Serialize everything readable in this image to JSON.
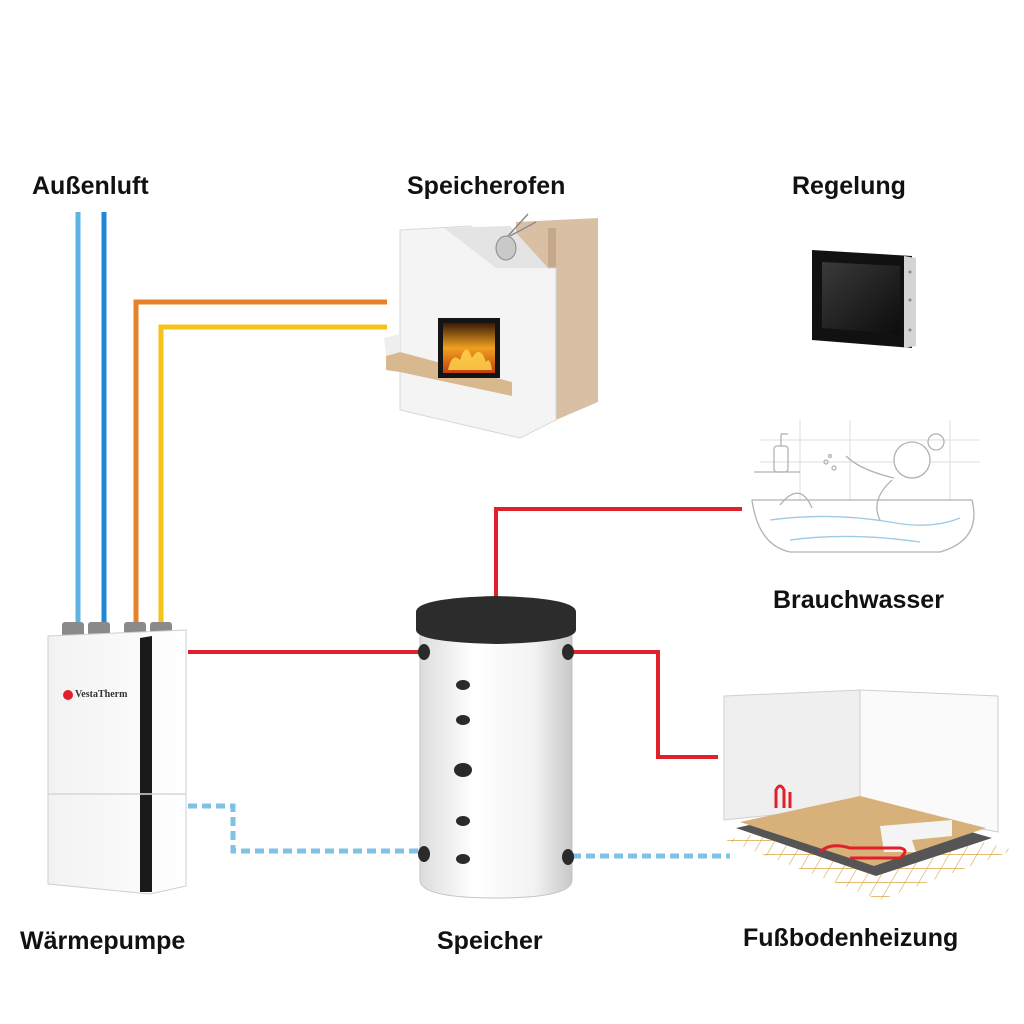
{
  "labels": {
    "outside_air": "Außenluft",
    "storage_stove": "Speicherofen",
    "control": "Regelung",
    "hot_water": "Brauchwasser",
    "heat_pump": "Wärmepumpe",
    "storage_tank": "Speicher",
    "floor_heating": "Fußbodenheizung"
  },
  "brand": {
    "name": "VestaTherm"
  },
  "colors": {
    "air_pipe": "#4aa8e0",
    "air_pipe_dark": "#1e88d6",
    "stove_pipe_orange": "#e8822a",
    "stove_pipe_yellow": "#f5c21a",
    "hot_pipe": "#e0202a",
    "return_pipe": "#7ec3e6",
    "tank_cap": "#2c2c2c"
  }
}
